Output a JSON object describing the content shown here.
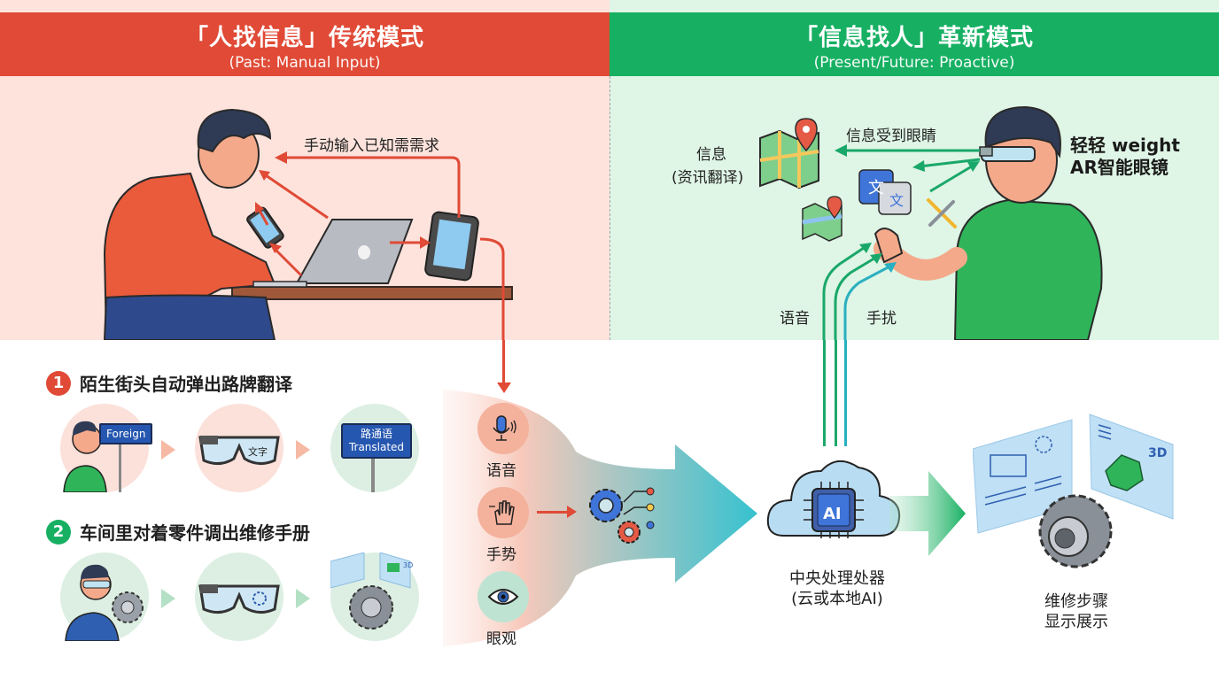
{
  "left_panel": {
    "title": "「人找信息」传统模式",
    "subtitle": "(Past: Manual Input)",
    "annotation": "手动输入已知需需求",
    "color": "#e04a36"
  },
  "right_panel": {
    "title": "「信息找人」革新模式",
    "subtitle": "(Present/Future: Proactive)",
    "info_label_line1": "信息",
    "info_label_line2": "(资讯翻译)",
    "eye_annotation": "信息受到眼睛",
    "device_label_line1": "轻轻 weight",
    "device_label_line2": "AR智能眼镜",
    "voice_label": "语音",
    "gesture_label": "手扰",
    "color": "#17b063"
  },
  "scenarios": [
    {
      "number": "1",
      "title": "陌生街头自动弹出路牌翻译",
      "sign_foreign": "Foreign",
      "glasses_text": "文字",
      "sign_translated_line1": "路通语",
      "sign_translated_line2": "Translated",
      "badge_color": "#e04a36"
    },
    {
      "number": "2",
      "title": "车间里对着零件调出维修手册",
      "panel_3d_label": "3D",
      "badge_color": "#17b063"
    }
  ],
  "inputs": [
    {
      "label": "语音",
      "icon": "microphone-icon"
    },
    {
      "label": "手势",
      "icon": "hand-gesture-icon"
    },
    {
      "label": "眼观",
      "icon": "eye-icon"
    }
  ],
  "processor": {
    "chip_label": "AI",
    "line1": "中央处理处器",
    "line2": "(云或本地AI)"
  },
  "output": {
    "line1": "维修步骤",
    "line2": "显示展示",
    "panel_3d_label": "3D"
  }
}
